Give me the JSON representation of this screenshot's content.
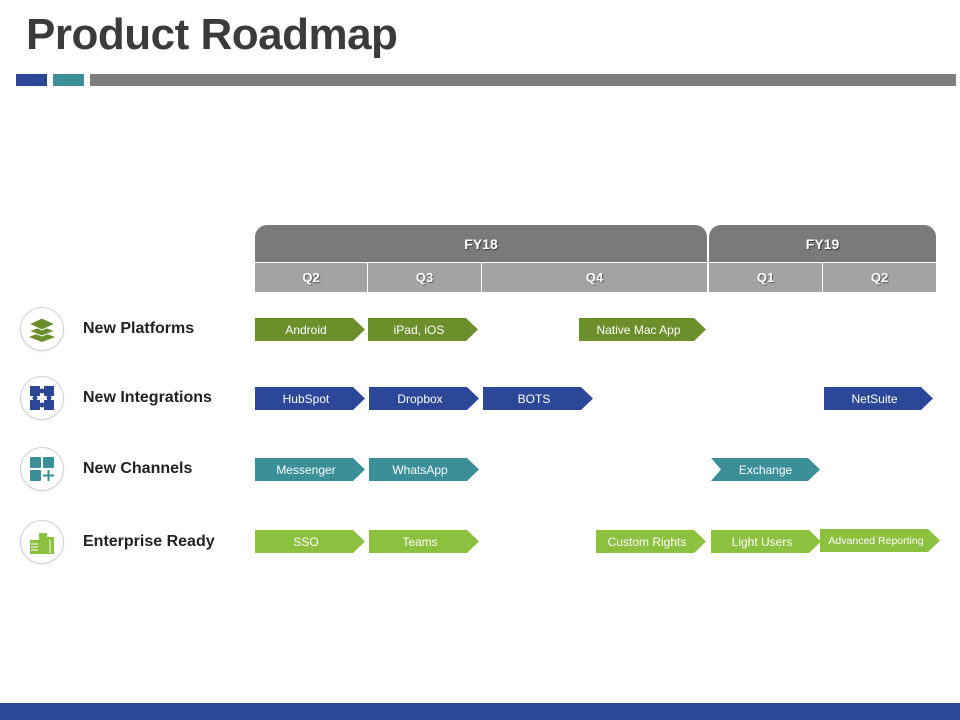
{
  "title": "Product Roadmap",
  "colors": {
    "blue": "#2c4797",
    "teal": "#3a8f99",
    "gray": "#7f7f7f",
    "green_dark": "#6b8f2b",
    "green_light": "#8cc13f"
  },
  "timeline": {
    "fiscal_years": [
      {
        "label": "FY18"
      },
      {
        "label": "FY19"
      }
    ],
    "quarters": [
      {
        "label": "Q2",
        "fy": "FY18"
      },
      {
        "label": "Q3",
        "fy": "FY18"
      },
      {
        "label": "Q4",
        "fy": "FY18"
      },
      {
        "label": "Q1",
        "fy": "FY19"
      },
      {
        "label": "Q2",
        "fy": "FY19"
      }
    ]
  },
  "categories": [
    {
      "label": "New Platforms",
      "icon": "layers-icon",
      "items": [
        {
          "label": "Android"
        },
        {
          "label": "iPad, iOS"
        },
        {
          "label": "Native Mac App"
        }
      ]
    },
    {
      "label": "New Integrations",
      "icon": "puzzle-icon",
      "items": [
        {
          "label": "HubSpot"
        },
        {
          "label": "Dropbox"
        },
        {
          "label": "BOTS"
        },
        {
          "label": "NetSuite"
        }
      ]
    },
    {
      "label": "New Channels",
      "icon": "add-grid-icon",
      "items": [
        {
          "label": "Messenger"
        },
        {
          "label": "WhatsApp"
        },
        {
          "label": "Exchange"
        }
      ]
    },
    {
      "label": "Enterprise Ready",
      "icon": "building-icon",
      "items": [
        {
          "label": "SSO"
        },
        {
          "label": "Teams"
        },
        {
          "label": "Custom Rights"
        },
        {
          "label": "Light Users"
        },
        {
          "label": "Advanced Reporting"
        }
      ]
    }
  ]
}
